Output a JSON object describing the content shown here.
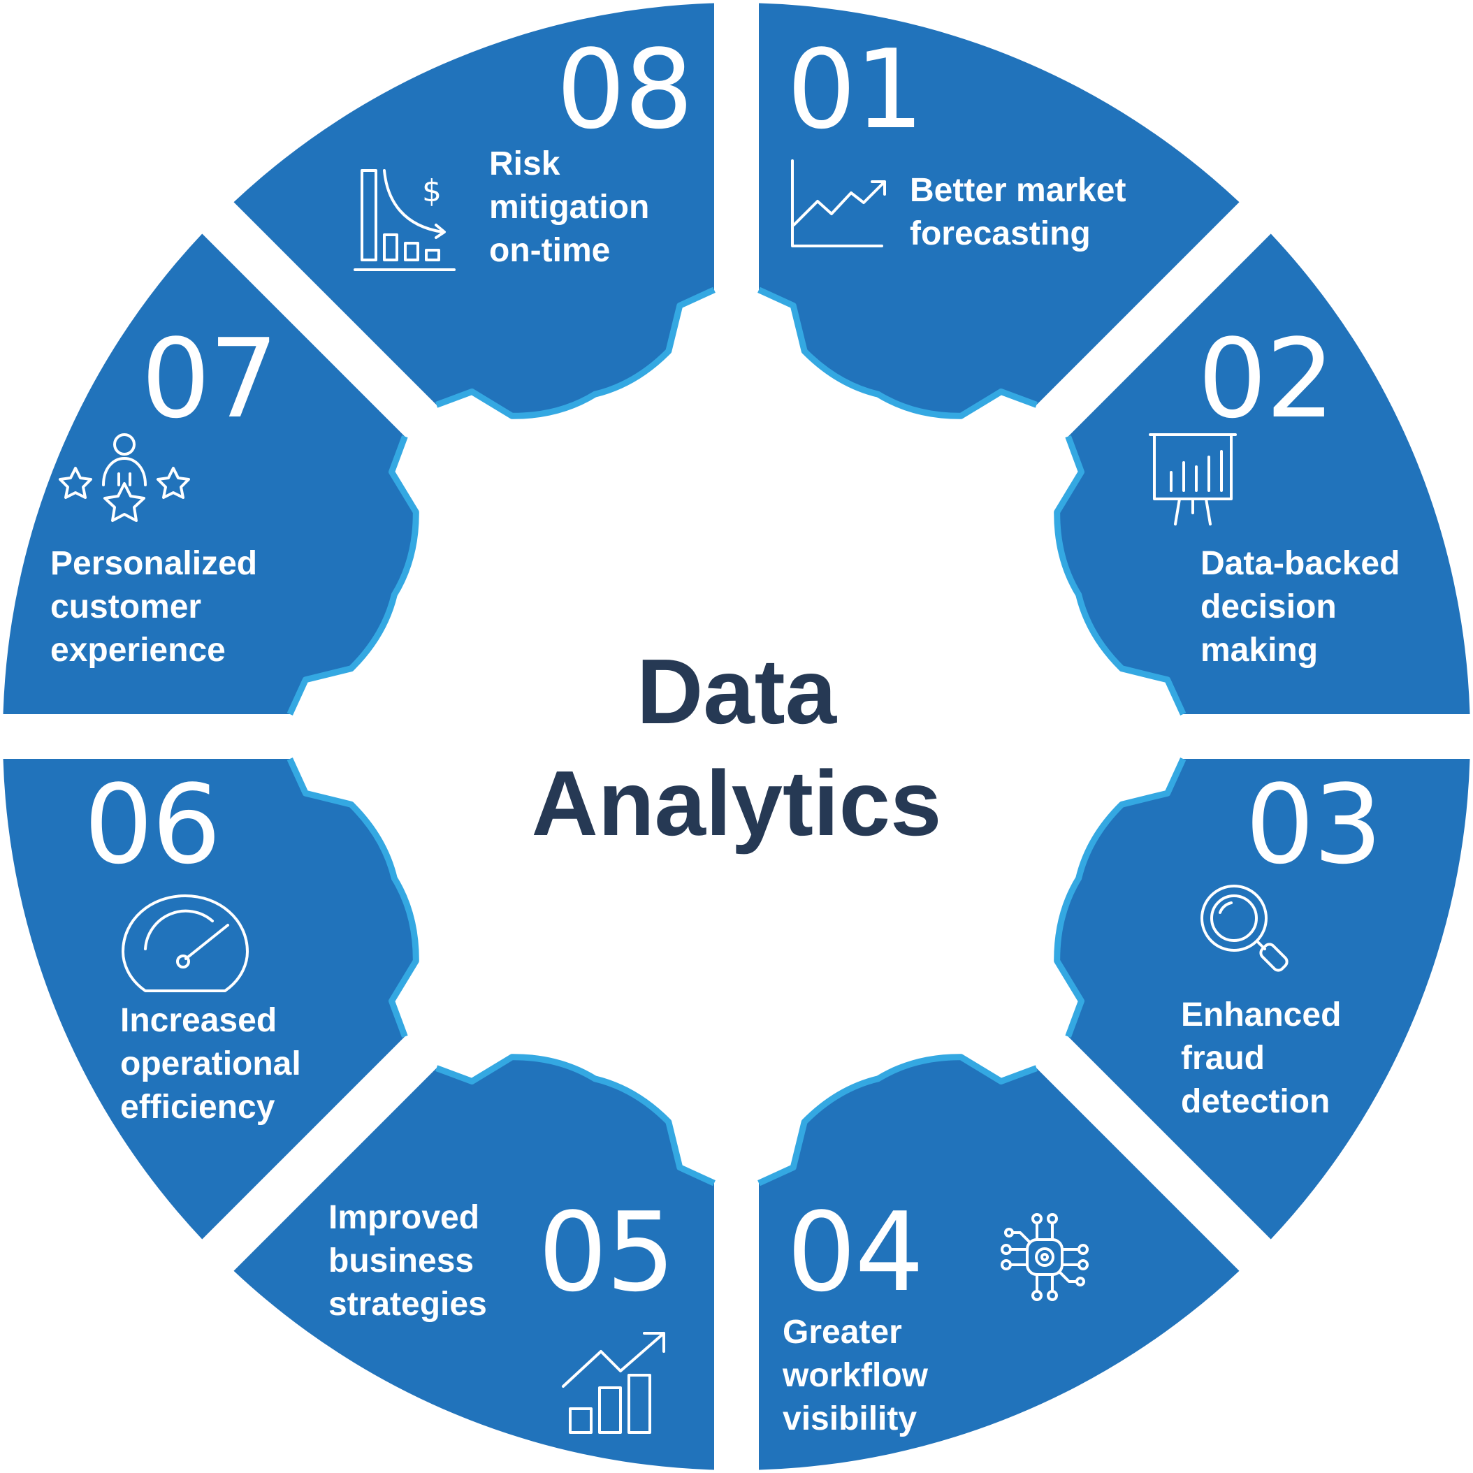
{
  "title": [
    "Data",
    "Analytics"
  ],
  "colors": {
    "segment": "#2173bb",
    "segment_edge": "#34a8e2",
    "title": "#263954",
    "text": "#ffffff"
  },
  "segments": [
    {
      "number": "01",
      "label": [
        "Better market",
        "forecasting"
      ],
      "icon": "line-chart-icon"
    },
    {
      "number": "02",
      "label": [
        "Data-backed",
        "decision",
        "making"
      ],
      "icon": "presentation-board-icon"
    },
    {
      "number": "03",
      "label": [
        "Enhanced",
        "fraud",
        "detection"
      ],
      "icon": "magnifier-icon"
    },
    {
      "number": "04",
      "label": [
        "Greater",
        "workflow",
        "visibility"
      ],
      "icon": "circuit-node-icon"
    },
    {
      "number": "05",
      "label": [
        "Improved",
        "business",
        "strategies"
      ],
      "icon": "growth-bar-chart-icon"
    },
    {
      "number": "06",
      "label": [
        "Increased",
        "operational",
        "efficiency"
      ],
      "icon": "speedometer-icon"
    },
    {
      "number": "07",
      "label": [
        "Personalized",
        "customer",
        "experience"
      ],
      "icon": "customer-rating-icon"
    },
    {
      "number": "08",
      "label": [
        "Risk",
        "mitigation",
        "on-time"
      ],
      "icon": "cost-reduction-icon"
    }
  ]
}
